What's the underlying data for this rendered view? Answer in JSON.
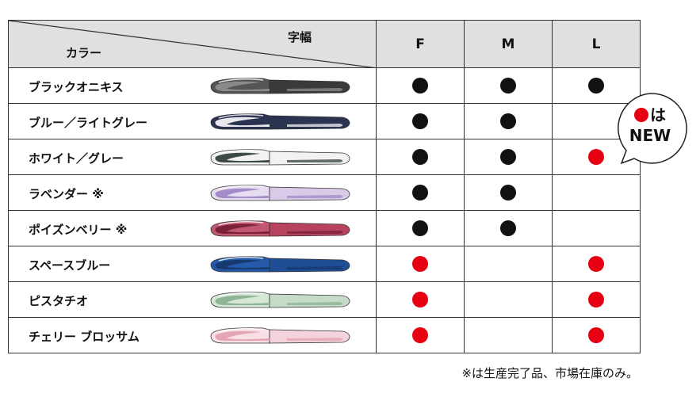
{
  "header": {
    "color_label": "カラー",
    "width_label": "字幅",
    "columns": [
      "F",
      "M",
      "L"
    ]
  },
  "rows": [
    {
      "name": "ブラックオニキス",
      "pen": {
        "body": "#3a3a3a",
        "accent": "#8a8a8a",
        "cap": "#555555"
      },
      "avail": [
        "black",
        "black",
        "black"
      ]
    },
    {
      "name": "ブルー／ライトグレー",
      "pen": {
        "body": "#2a3350",
        "accent": "#e8e8ee",
        "cap": "#2a3350"
      },
      "avail": [
        "black",
        "black",
        ""
      ]
    },
    {
      "name": "ホワイト／グレー",
      "pen": {
        "body": "#f2f2f2",
        "accent": "#3d4a48",
        "cap": "#f2f2f2"
      },
      "avail": [
        "black",
        "black",
        "red"
      ]
    },
    {
      "name": "ラベンダー ※",
      "pen": {
        "body": "#d9cbe8",
        "accent": "#a58cc8",
        "cap": "#e7ddf0"
      },
      "avail": [
        "black",
        "black",
        ""
      ]
    },
    {
      "name": "ポイズンベリー ※",
      "pen": {
        "body": "#b8435e",
        "accent": "#7a2038",
        "cap": "#c2586f"
      },
      "avail": [
        "black",
        "black",
        ""
      ]
    },
    {
      "name": "スペースブルー",
      "pen": {
        "body": "#1f4d94",
        "accent": "#163a70",
        "cap": "#245aa8"
      },
      "avail": [
        "red",
        "",
        "red"
      ]
    },
    {
      "name": "ピスタチオ",
      "pen": {
        "body": "#c6dcc8",
        "accent": "#8fb595",
        "cap": "#d6e7d7"
      },
      "avail": [
        "red",
        "",
        "red"
      ]
    },
    {
      "name": "チェリー ブロッサム",
      "pen": {
        "body": "#f5d3dc",
        "accent": "#e4a6b6",
        "cap": "#f8e0e6"
      },
      "avail": [
        "red",
        "",
        "red"
      ]
    }
  ],
  "callout": {
    "text1": "は",
    "text2": "NEW"
  },
  "footnote": "※は生産完了品、市場在庫のみ。",
  "colors": {
    "black": "#111111",
    "red": "#e60012",
    "header_bg": "#e0e0e0"
  }
}
